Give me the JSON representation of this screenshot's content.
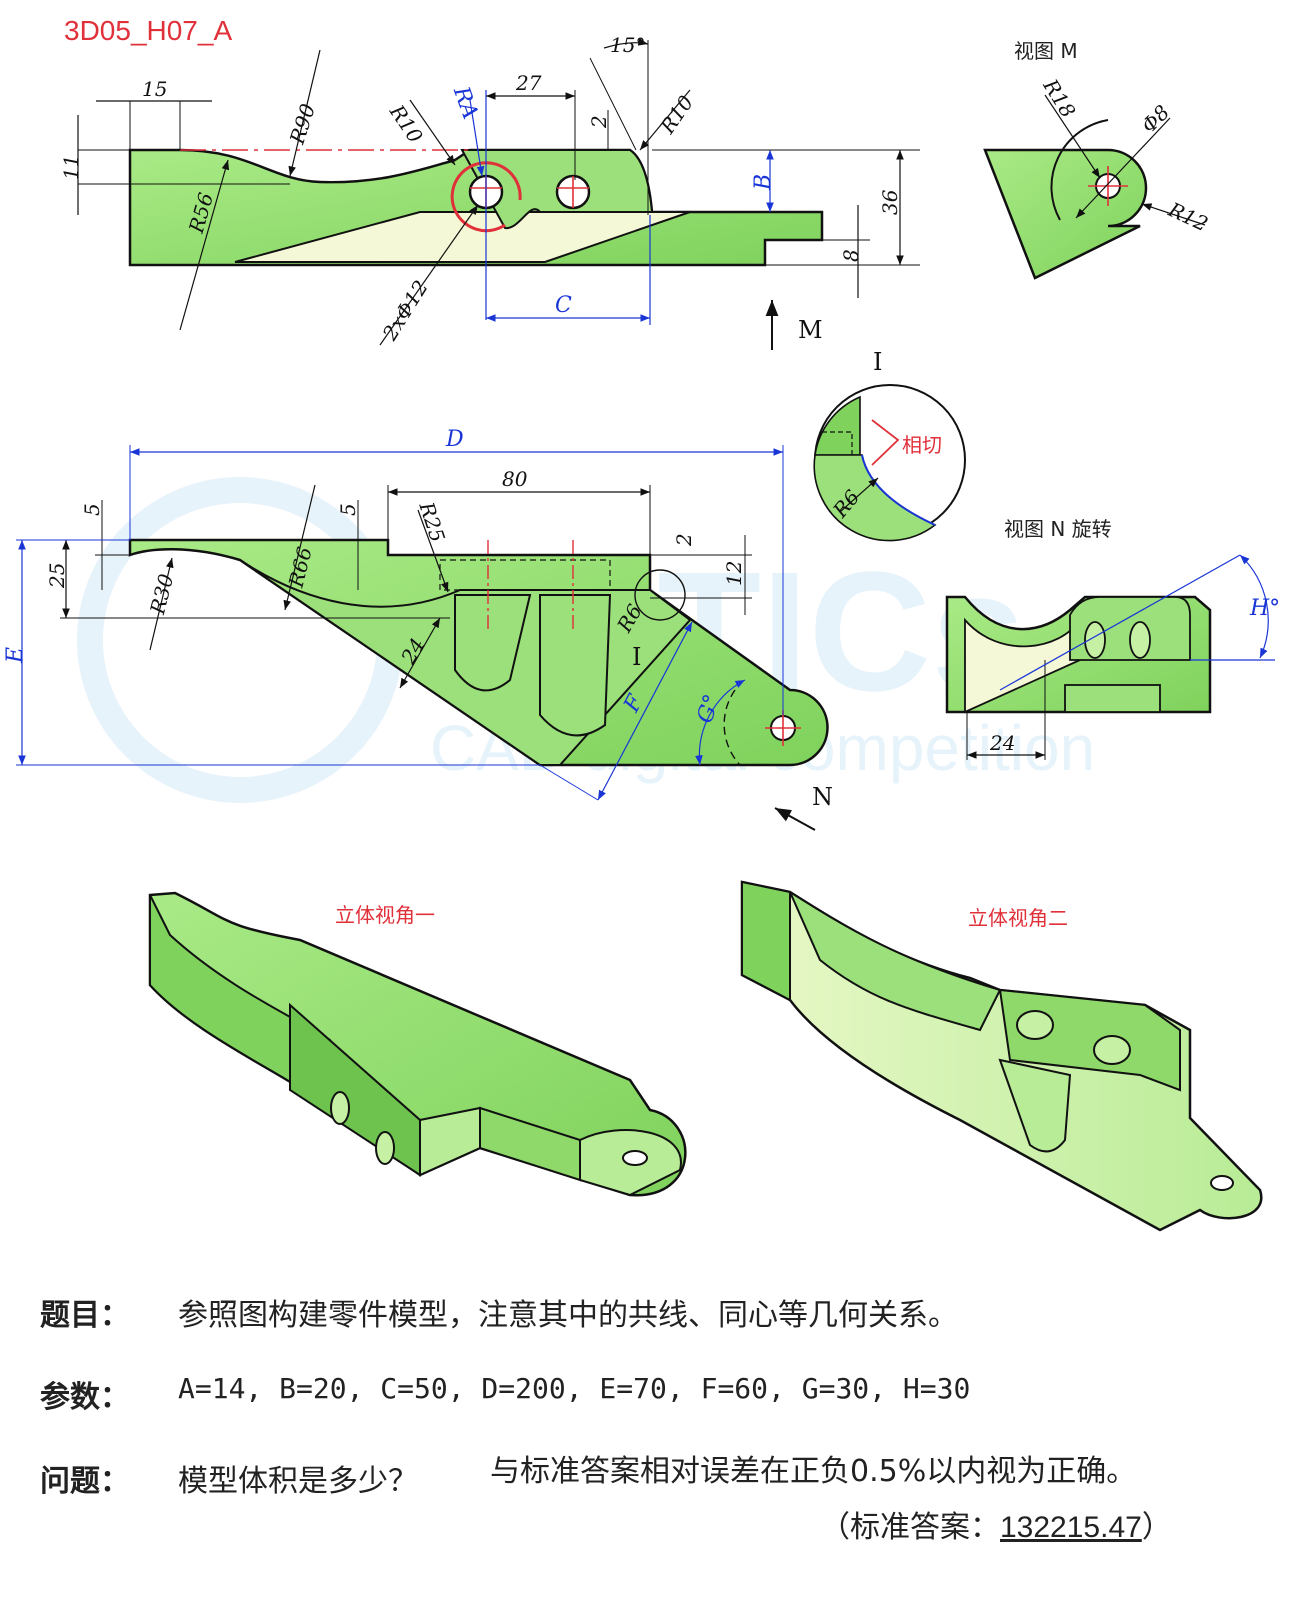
{
  "drawing_id": "3D05_H07_A",
  "views": {
    "view_m": "视图 M",
    "view_n": "视图 N 旋转",
    "detail_i": "I",
    "tangent": "相切",
    "iso_1": "立体视角一",
    "iso_2": "立体视角二",
    "arrow_m": "M",
    "arrow_n": "N"
  },
  "dims": {
    "d15": "15",
    "r90": "R90",
    "r10a": "R10",
    "ra": "RA",
    "d27": "27",
    "a15": "15°",
    "r10b": "R10",
    "d2a": "2",
    "d11": "11",
    "r56": "R56",
    "b": "B",
    "d36": "36",
    "d8": "8",
    "hole": "2xΦ12",
    "c": "C",
    "r18": "R18",
    "phi8": "Φ8",
    "r12": "R12",
    "d": "D",
    "d80": "80",
    "d5a": "5",
    "d5b": "5",
    "d25": "25",
    "r30": "R30",
    "r66": "R66",
    "r25": "R25",
    "d24a": "24",
    "d2b": "2",
    "d12": "12",
    "r6a": "R6",
    "r6b": "R6",
    "f": "F",
    "g": "G°",
    "e": "E",
    "h": "H°",
    "d24b": "24"
  },
  "problem": {
    "title_label": "题目：",
    "title_text": "参照图构建零件模型，注意其中的共线、同心等几何关系。",
    "params_label": "参数：",
    "params_text": "A=14, B=20, C=50, D=200, E=70, F=60, G=30, H=30",
    "question_label": "问题：",
    "question_text": "模型体积是多少？",
    "tolerance_text": "与标准答案相对误差在正负0.5%以内视为正确。",
    "answer_prefix": "（标准答案：",
    "answer_value": "132215.47",
    "answer_suffix": "）"
  },
  "colors": {
    "part_fill": "#9be07a",
    "part_light": "#c6f0a4",
    "part_pale": "#f4f8d6",
    "dim_blue": "#1a35d6",
    "accent_red": "#e0303a",
    "outline": "#111111"
  }
}
